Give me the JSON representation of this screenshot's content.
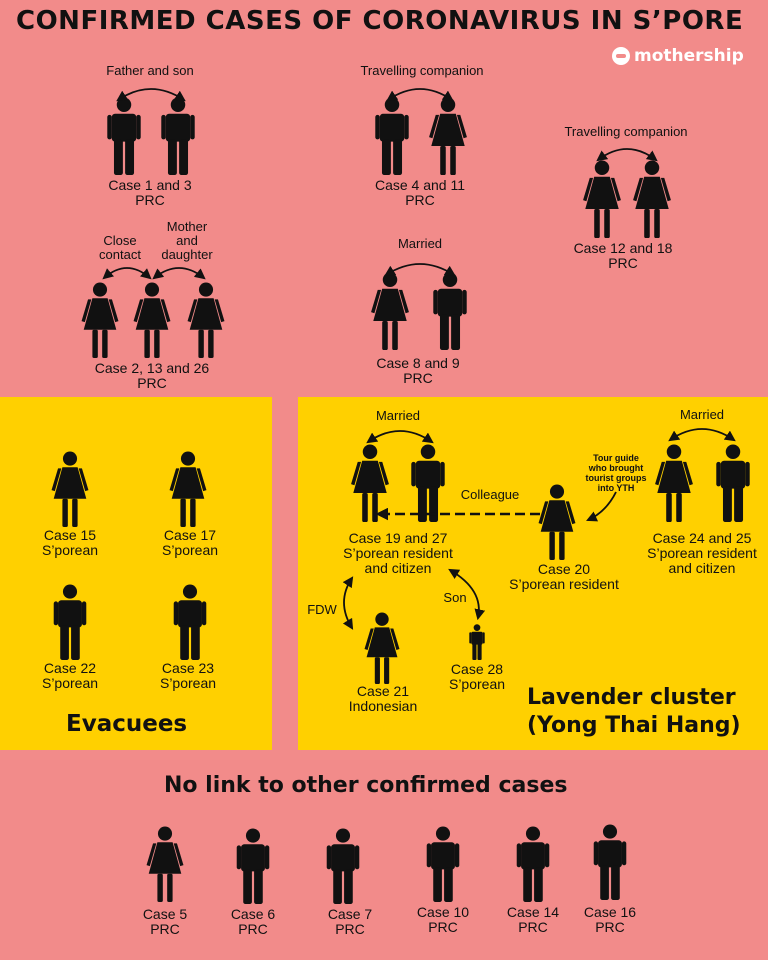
{
  "title": "CONFIRMED CASES OF CORONAVIRUS IN S’PORE",
  "brand": "mothership",
  "colors": {
    "background": "#f28b8a",
    "panel": "#ffd000",
    "figure": "#111111"
  },
  "groups": {
    "father_son": {
      "relation": "Father and son",
      "label1": "Case 1 and 3",
      "label2": "PRC"
    },
    "companion_4_11": {
      "relation": "Travelling companion",
      "label1": "Case 4 and 11",
      "label2": "PRC"
    },
    "companion_12_18": {
      "relation": "Travelling companion",
      "label1": "Case 12 and 18",
      "label2": "PRC"
    },
    "family_2_13_26": {
      "relation_a": "Close\ncontact",
      "relation_b": "Mother\nand\ndaughter",
      "label1": "Case 2, 13 and 26",
      "label2": "PRC"
    },
    "married_8_9": {
      "relation": "Married",
      "label1": "Case 8 and 9",
      "label2": "PRC"
    }
  },
  "evacuees": {
    "heading": "Evacuees",
    "cases": [
      {
        "case": "Case 15",
        "nationality": "S’porean"
      },
      {
        "case": "Case 17",
        "nationality": "S’porean"
      },
      {
        "case": "Case 22",
        "nationality": "S’porean"
      },
      {
        "case": "Case 23",
        "nationality": "S’porean"
      }
    ]
  },
  "lavender": {
    "heading_line1": "Lavender cluster",
    "heading_line2": "(Yong Thai Hang)",
    "married_left": "Married",
    "married_right": "Married",
    "colleague": "Colleague",
    "tour_guide": "Tour guide\nwho brought\ntourist groups\ninto YTH",
    "fdw": "FDW",
    "son": "Son",
    "case_19_27": {
      "label1": "Case 19 and 27",
      "label2": "S’porean resident",
      "label3": "and citizen"
    },
    "case_20": {
      "label1": "Case 20",
      "label2": "S’porean resident"
    },
    "case_24_25": {
      "label1": "Case 24 and 25",
      "label2": "S’porean resident",
      "label3": "and citizen"
    },
    "case_21": {
      "label1": "Case 21",
      "label2": "Indonesian"
    },
    "case_28": {
      "label1": "Case 28",
      "label2": "S’porean"
    }
  },
  "no_link": {
    "heading": "No link to other confirmed cases",
    "cases": [
      {
        "case": "Case 5",
        "nationality": "PRC"
      },
      {
        "case": "Case 6",
        "nationality": "PRC"
      },
      {
        "case": "Case 7",
        "nationality": "PRC"
      },
      {
        "case": "Case 10",
        "nationality": "PRC"
      },
      {
        "case": "Case 14",
        "nationality": "PRC"
      },
      {
        "case": "Case 16",
        "nationality": "PRC"
      }
    ]
  }
}
